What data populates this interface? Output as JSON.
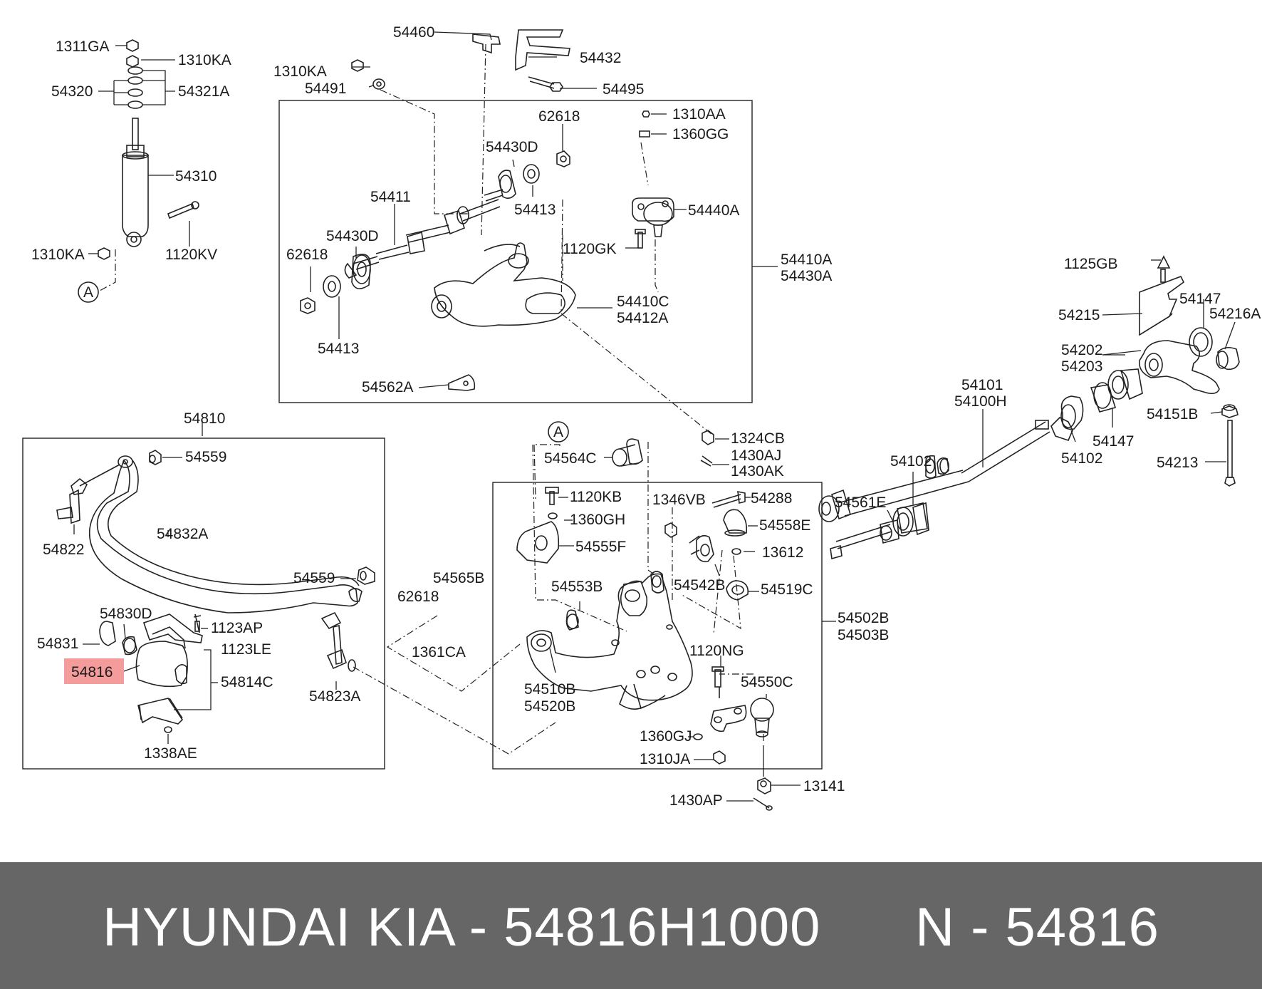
{
  "labels": {
    "p1311GA": "1311GA",
    "p1310KA_top": "1310KA",
    "p54320": "54320",
    "p54321A": "54321A",
    "p54310": "54310",
    "p1120KV": "1120KV",
    "p1310KA_bot": "1310KA",
    "circleA_top": "A",
    "p54460": "54460",
    "p54432": "54432",
    "p1310KA_mid": "1310KA",
    "p54491": "54491",
    "p54495": "54495",
    "p62618_top": "62618",
    "p1310AA": "1310AA",
    "p1360GG": "1360GG",
    "p54430D_top": "54430D",
    "p54411": "54411",
    "p54413_top": "54413",
    "p54440A": "54440A",
    "p54430D_left": "54430D",
    "p1120GK": "1120GK",
    "p62618_left": "62618",
    "p54410A": "54410A",
    "p54430A": "54430A",
    "p54410C": "54410C",
    "p54412A": "54412A",
    "p54413_bot": "54413",
    "p54562A": "54562A",
    "p1125GB": "1125GB",
    "p54147_top": "54147",
    "p54216A": "54216A",
    "p54215": "54215",
    "p54202": "54202",
    "p54203": "54203",
    "p54101": "54101",
    "p54100H": "54100H",
    "p54151B": "54151B",
    "p54102_left": "54102",
    "p54147_bot": "54147",
    "p54102_right": "54102",
    "p54213": "54213",
    "p54561E": "54561E",
    "p54810": "54810",
    "p54559_top": "54559",
    "p54822": "54822",
    "p54832A": "54832A",
    "p54559_bot": "54559",
    "p54830D": "54830D",
    "p54831": "54831",
    "p1123AP": "1123AP",
    "p1123LE": "1123LE",
    "p54816": "54816",
    "p54814C": "54814C",
    "p54823A": "54823A",
    "p1338AE": "1338AE",
    "p1324CB": "1324CB",
    "p1430AJ": "1430AJ",
    "p1430AK": "1430AK",
    "circleA_bot": "A",
    "p54564C": "54564C",
    "p1120KB": "1120KB",
    "p1346VB": "1346VB",
    "p54288": "54288",
    "p1360GH": "1360GH",
    "p54558E": "54558E",
    "p54555F": "54555F",
    "p13612": "13612",
    "p54565B": "54565B",
    "p62618_bot": "62618",
    "p54553B": "54553B",
    "p54542B": "54542B",
    "p54519C": "54519C",
    "p1361CA": "1361CA",
    "p54502B": "54502B",
    "p54503B": "54503B",
    "p1120NG": "1120NG",
    "p54510B": "54510B",
    "p54520B": "54520B",
    "p54550C": "54550C",
    "p1360GJ": "1360GJ",
    "p1310JA": "1310JA",
    "p13141": "13141",
    "p1430AP": "1430AP"
  },
  "highlight": {
    "part": "54816",
    "color": "#f08080"
  },
  "footer": {
    "title": "HYUNDAI KIA - 54816H1000      N - 54816",
    "background": "#666666",
    "text_color": "#ffffff"
  }
}
